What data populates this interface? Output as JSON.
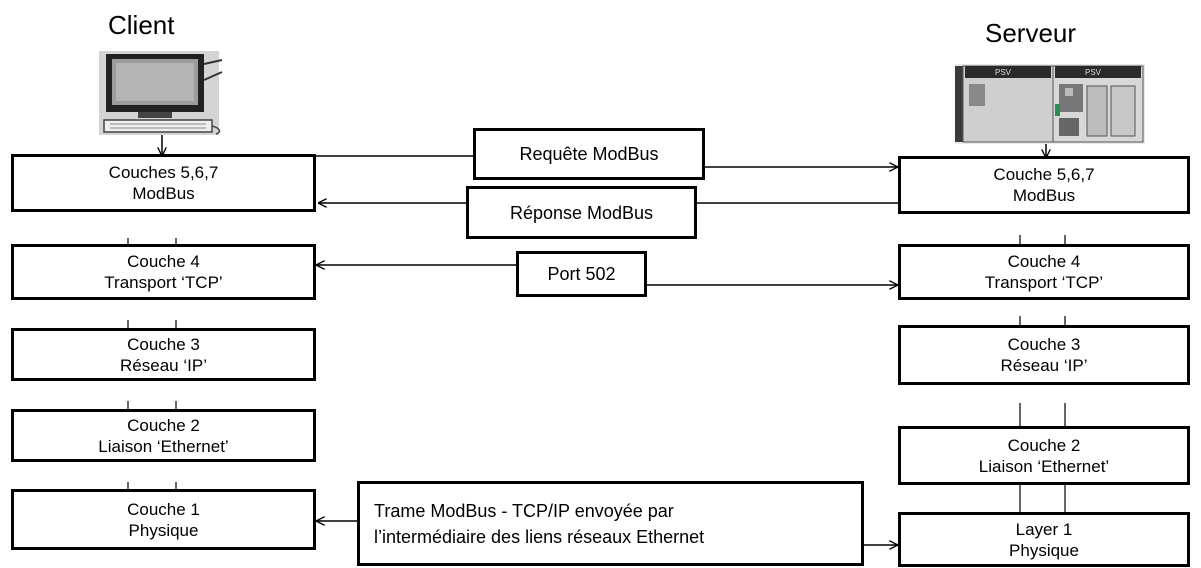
{
  "client": {
    "title": "Client",
    "layers": [
      {
        "line1": "Couches 5,6,7",
        "line2": "ModBus"
      },
      {
        "line1": "Couche 4",
        "line2": "Transport ‘TCP’"
      },
      {
        "line1": "Couche 3",
        "line2": "Réseau ‘IP’"
      },
      {
        "line1": "Couche 2",
        "line2": "Liaison ‘Ethernet’"
      },
      {
        "line1": "Couche 1",
        "line2": "Physique"
      }
    ]
  },
  "server": {
    "title": "Serveur",
    "device_labels": [
      "PSV",
      "PSV"
    ],
    "layers": [
      {
        "line1": "Couche 5,6,7",
        "line2": "ModBus"
      },
      {
        "line1": "Couche 4",
        "line2": "Transport ‘TCP’"
      },
      {
        "line1": "Couche 3",
        "line2": "Réseau ‘IP’"
      },
      {
        "line1": "Couche 2",
        "line2": "Liaison ‘Ethernet’"
      },
      {
        "line1": "Layer 1",
        "line2": "Physique"
      }
    ]
  },
  "messages": {
    "request": "Requête ModBus",
    "response": "Réponse ModBus",
    "port": "Port 502",
    "frame_line1": "Trame ModBus - TCP/IP envoyée par",
    "frame_line2": "l’intermédiaire des liens  réseaux Ethernet"
  }
}
